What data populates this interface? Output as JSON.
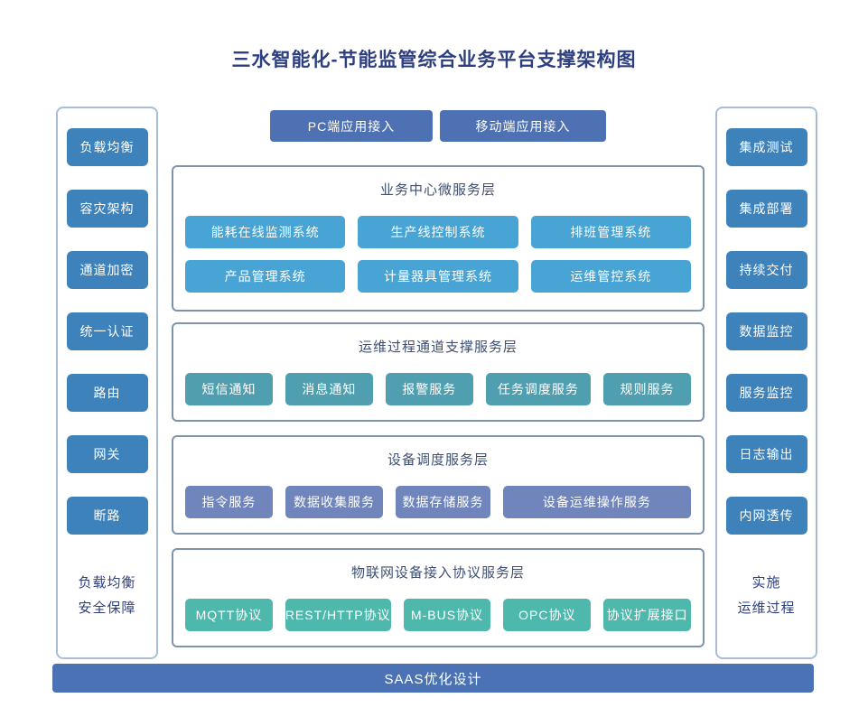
{
  "title": "三水智能化-节能监管综合业务平台支撑架构图",
  "colors": {
    "title_navy": "#2e3f80",
    "pillar_steel_blue": "#3e82bc",
    "access_indigo_blue": "#4d71b2",
    "microservice_sky_blue": "#48a4d4",
    "channel_teal_blue": "#509fb0",
    "device_slate_blue": "#6f85bb",
    "protocol_teal_green": "#4fb8ac",
    "saas_bar_blue": "#4a72b4",
    "layer_border": "#8093ad",
    "pillar_border": "#a9bdd6"
  },
  "left_sidebar": {
    "items": [
      "负载均衡",
      "容灾架构",
      "通道加密",
      "统一认证",
      "路由",
      "网关",
      "断路"
    ],
    "footer": [
      "负载均衡",
      "安全保障"
    ]
  },
  "right_sidebar": {
    "items": [
      "集成测试",
      "集成部署",
      "持续交付",
      "数据监控",
      "服务监控",
      "日志输出",
      "内网透传"
    ],
    "footer": [
      "实施",
      "运维过程"
    ]
  },
  "access": {
    "buttons": [
      "PC端应用接入",
      "移动端应用接入"
    ]
  },
  "sections": [
    {
      "title": "业务中心微服务层",
      "buttons": [
        "能耗在线监测系统",
        "生产线控制系统",
        "排班管理系统",
        "产品管理系统",
        "计量器具管理系统",
        "运维管控系统"
      ]
    },
    {
      "title": "运维过程通道支撑服务层",
      "buttons": [
        "短信通知",
        "消息通知",
        "报警服务",
        "任务调度服务",
        "规则服务"
      ]
    },
    {
      "title": "设备调度服务层",
      "buttons": [
        "指令服务",
        "数据收集服务",
        "数据存储服务",
        "设备运维操作服务"
      ]
    },
    {
      "title": "物联网设备接入协议服务层",
      "buttons": [
        "MQTT协议",
        "REST/HTTP协议",
        "M-BUS协议",
        "OPC协议",
        "协议扩展接口"
      ]
    }
  ],
  "footer_bar": {
    "label": "SAAS优化设计"
  }
}
